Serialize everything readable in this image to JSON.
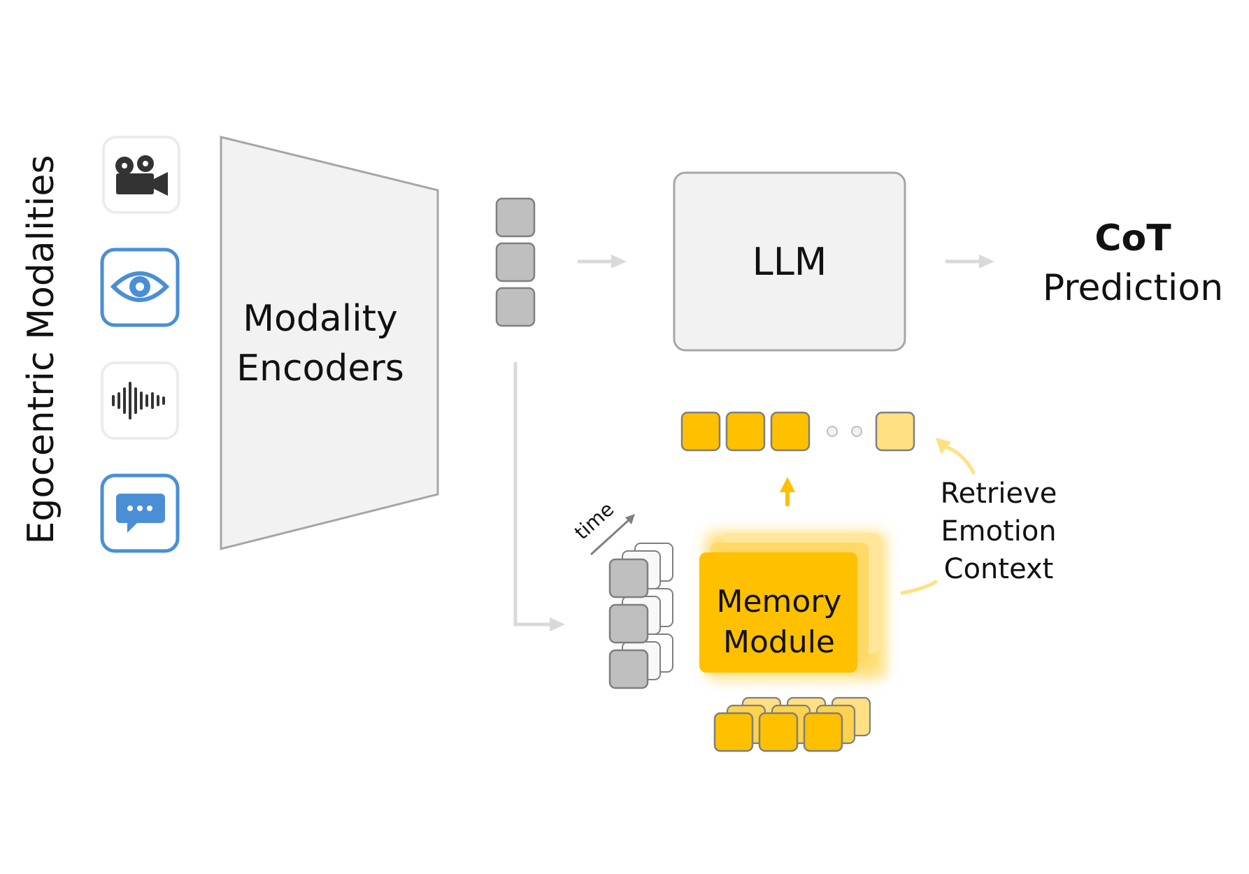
{
  "side_label": "Egocentric Modalities",
  "modalities": [
    {
      "icon": "video-camera-icon",
      "highlighted": false
    },
    {
      "icon": "eye-icon",
      "highlighted": true
    },
    {
      "icon": "audio-waveform-icon",
      "highlighted": false
    },
    {
      "icon": "chat-bubble-icon",
      "highlighted": true
    }
  ],
  "encoder": {
    "line1": "Modality",
    "line2": "Encoders"
  },
  "llm": {
    "label": "LLM"
  },
  "output": {
    "line1": "CoT",
    "line2": "Prediction"
  },
  "time_label": "time",
  "memory": {
    "line1": "Memory",
    "line2": "Module"
  },
  "retrieve": {
    "line1": "Retrieve",
    "line2": "Emotion",
    "line3": "Context"
  },
  "colors": {
    "accent_blue": "#4a8fd6",
    "memory_yellow": "#ffc000",
    "light_yellow": "#ffe083",
    "token_gray": "#bfbfbf",
    "box_gray": "#f2f2f2",
    "arrow_gray": "#d9d9d9"
  }
}
